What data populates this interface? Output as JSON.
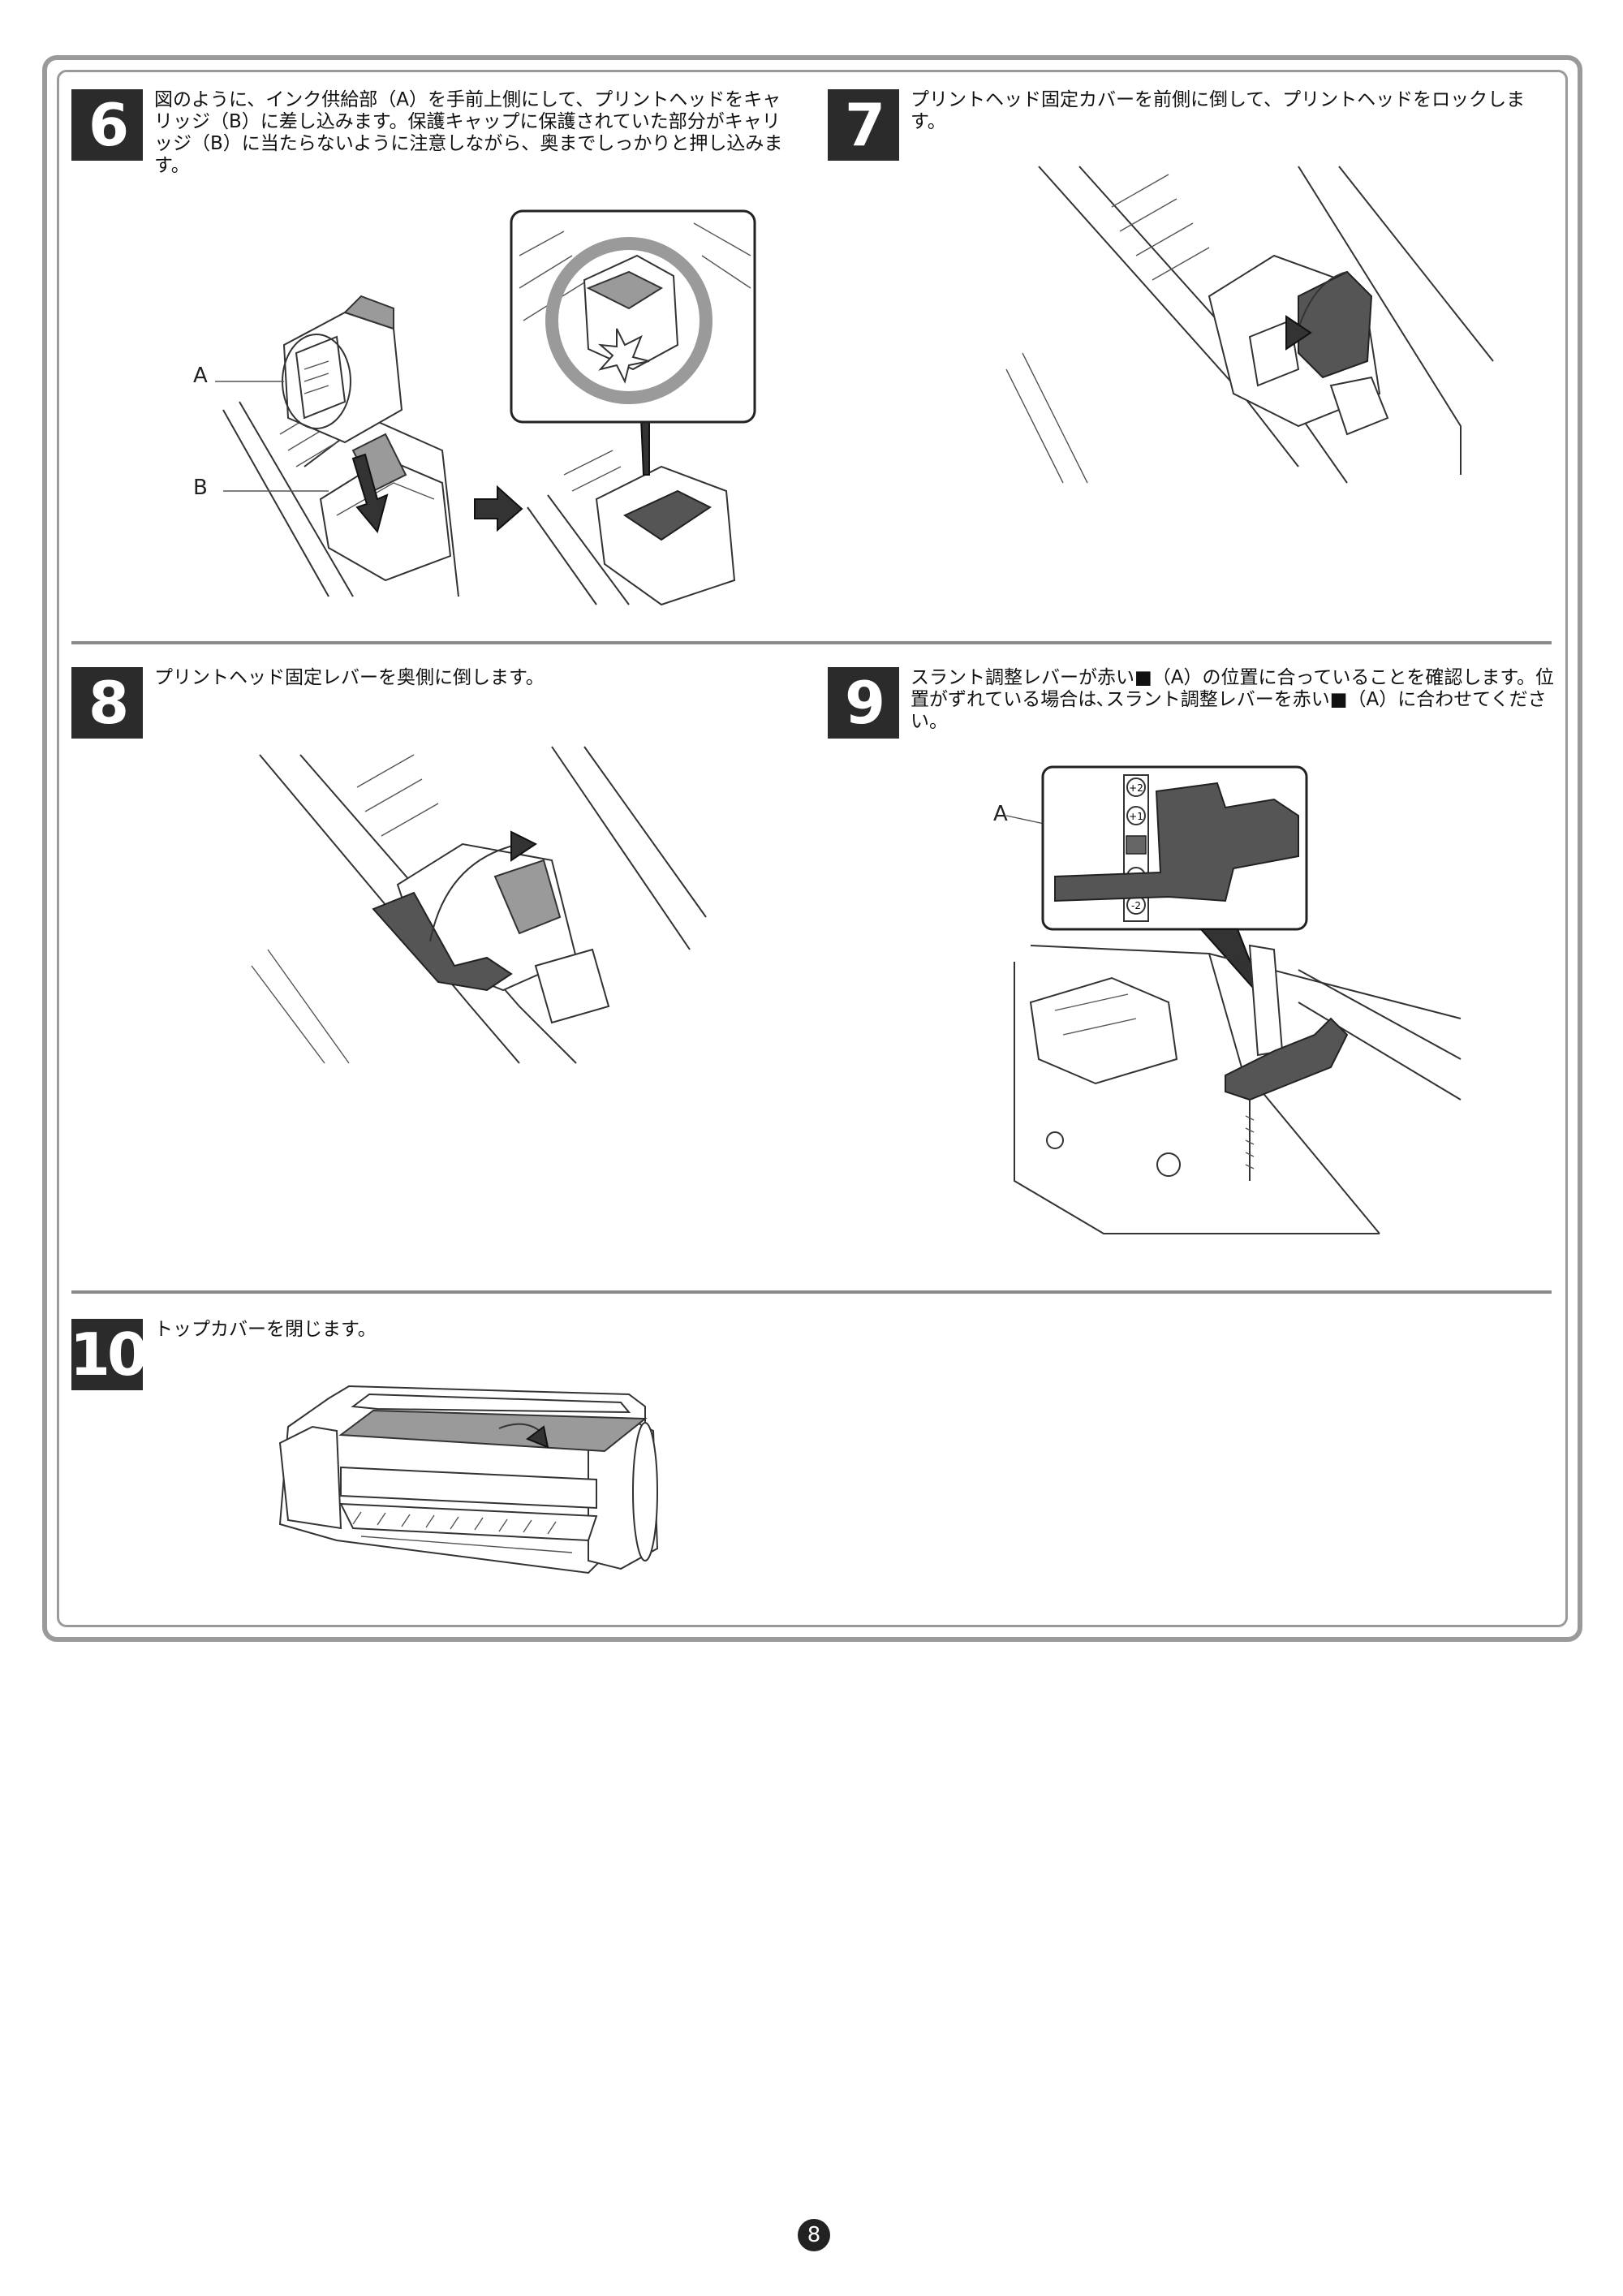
{
  "steps": [
    {
      "number": "6",
      "text": "図のように、インク供給部（A）を手前上側にして、プリントヘッドをキャリッジ（B）に差し込みます。保護キャップに保護されていた部分がキャリッジ（B）に当たらないように注意しながら、奥までしっかりと押し込みます。",
      "labels": [
        "A",
        "B"
      ]
    },
    {
      "number": "7",
      "text": "プリントヘッド固定カバーを前側に倒して、プリントヘッドをロックします。"
    },
    {
      "number": "8",
      "text": "プリントヘッド固定レバーを奥側に倒します。"
    },
    {
      "number": "9",
      "text": "スラント調整レバーが赤い■（A）の位置に合っていることを確認します。位置がずれている場合は､スラント調整レバーを赤い■（A）に合わせてください。",
      "labels": [
        "A"
      ],
      "scale_marks": [
        "+2",
        "+1",
        "-1",
        "-2"
      ]
    },
    {
      "number": "10",
      "text": "トップカバーを閉じます。"
    }
  ],
  "page_number": "8"
}
